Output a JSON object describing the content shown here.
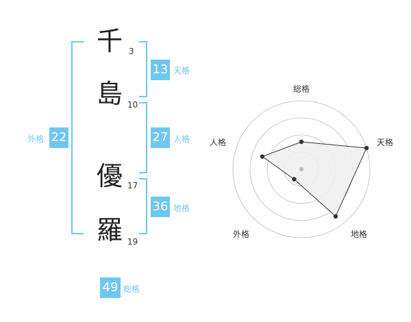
{
  "name": {
    "chars": [
      {
        "char": "千",
        "strokes": "3"
      },
      {
        "char": "島",
        "strokes": "10"
      },
      {
        "char": "優",
        "strokes": "17"
      },
      {
        "char": "羅",
        "strokes": "19"
      }
    ]
  },
  "grades": {
    "tenkaku": {
      "value": "13",
      "label": "天格"
    },
    "jinkaku": {
      "value": "27",
      "label": "人格"
    },
    "chikaku": {
      "value": "36",
      "label": "地格"
    },
    "gaikaku": {
      "value": "22",
      "label": "外格"
    },
    "soukaku": {
      "value": "49",
      "label": "総格"
    }
  },
  "colors": {
    "accent": "#6ec7f1",
    "radar_grid": "#bbbbbb",
    "radar_fill": "#eeeeee",
    "radar_line": "#333333"
  },
  "chart_data": {
    "type": "radar",
    "axes": [
      "総格",
      "天格",
      "地格",
      "外格",
      "人格"
    ],
    "values": [
      0.4,
      1.0,
      0.85,
      0.18,
      0.6
    ],
    "max": 1.0,
    "rings": 4
  }
}
